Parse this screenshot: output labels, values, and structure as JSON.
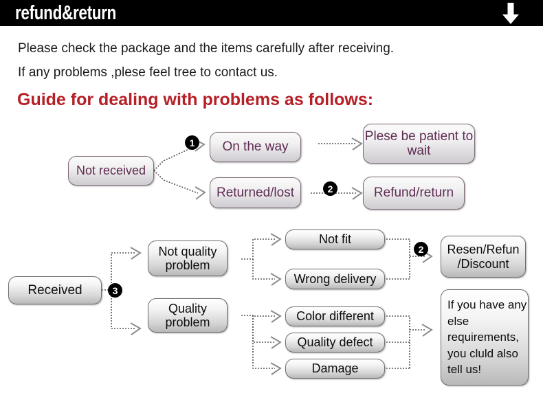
{
  "header": {
    "title": "refund&return",
    "arrow_icon": "down-arrow-icon",
    "background_color": "#000000",
    "text_color": "#ffffff"
  },
  "intro": {
    "line1": "Please check the package and the items carefully after receiving.",
    "line2": "If any problems ,plese feel tree to contact us."
  },
  "guide": {
    "heading": "Guide for dealing with problems as follows:",
    "heading_color": "#b51f25"
  },
  "flow_not_received": {
    "source": "Not received",
    "step_badge_1": "❶",
    "step_badge_2": "❷",
    "branches": [
      {
        "cause": "On the way",
        "result": "Plese be\npatient to wait"
      },
      {
        "cause": "Returned/lost",
        "result": "Refund/return"
      }
    ],
    "labels": {
      "source": "Not received",
      "on_the_way": "On the way",
      "returned_lost": "Returned/lost",
      "please_be_patient": "Plese be patient to wait",
      "refund_return": "Refund/return"
    },
    "text_color": "#5e2b52"
  },
  "flow_received": {
    "source": "Received",
    "step_badge_3": "❸",
    "step_badge_2": "❷",
    "categories": [
      {
        "name": "Not quality problem",
        "issues": [
          "Not fit",
          "Wrong delivery"
        ]
      },
      {
        "name": "Quality problem",
        "issues": [
          "Color different",
          "Quality defect",
          "Damage"
        ]
      }
    ],
    "labels": {
      "source": "Received",
      "not_quality_problem": "Not quality\nproblem",
      "quality_problem": "Quality\nproblem",
      "not_fit": "Not fit",
      "wrong_delivery": "Wrong delivery",
      "color_different": "Color different",
      "quality_defect": "Quality defect",
      "damage": "Damage",
      "resend_refund_discount": "Resen/Refun\n/Discount",
      "contact_note": "If you have any else requirements, you cluld also tell us!"
    },
    "outcomes": [
      "Resen/Refun /Discount",
      "If you have any else requirements, you cluld also tell us!"
    ],
    "text_color": "#0c0c0c"
  }
}
